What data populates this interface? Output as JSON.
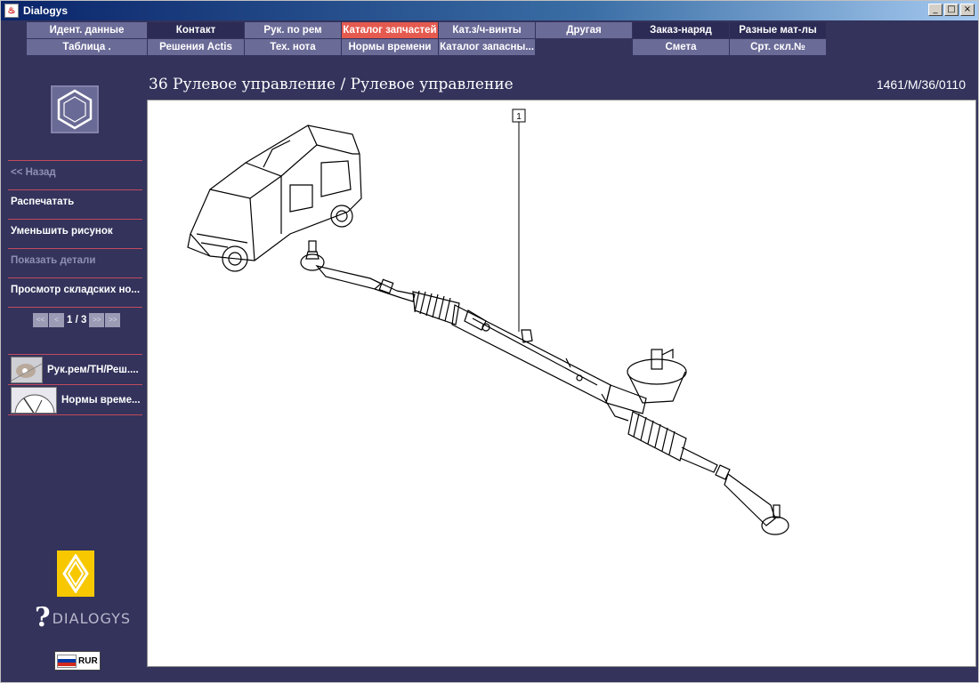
{
  "window": {
    "title": "Dialogys",
    "buttons": [
      "_",
      "□",
      "×"
    ]
  },
  "menu": {
    "row1": [
      "Идент. данные",
      "Контакт",
      "Рук. по рем",
      "Каталог запчастей",
      "Кат.з/ч-винты",
      "Другая",
      "Заказ-наряд",
      "Разные мат-лы"
    ],
    "row2": [
      "Таблица .",
      "Решения Actis",
      "Тех. нота",
      "Нормы времени",
      "Каталог запасны...",
      "",
      "Смета",
      "Срт. скл.№"
    ]
  },
  "sidebar": {
    "items": [
      {
        "label": "<< Назад",
        "enabled": false
      },
      {
        "label": "Распечатать",
        "enabled": true
      },
      {
        "label": "Уменьшить рисунок",
        "enabled": true
      },
      {
        "label": "Показать детали",
        "enabled": false
      },
      {
        "label": "Просмотр складских но...",
        "enabled": true
      }
    ],
    "pager": {
      "first": "<<",
      "prev": "<",
      "text": "1 / 3",
      "next": ">>",
      "last": ">>"
    },
    "shortcuts": [
      {
        "label": "Рук.рем/ТН/Реш...."
      },
      {
        "label": "Нормы време..."
      }
    ],
    "brand": "DIALOGYS",
    "currency": "RUR"
  },
  "main": {
    "title": "36 Рулевое управление / Рулевое управление",
    "code": "1461/M/36/0110",
    "callout": "1"
  },
  "colors": {
    "background": "#33335c",
    "menu_light": "#6b6b98",
    "menu_dark": "#2b2b55",
    "menu_active": "#e55a4f",
    "divider": "#c24a5d"
  }
}
